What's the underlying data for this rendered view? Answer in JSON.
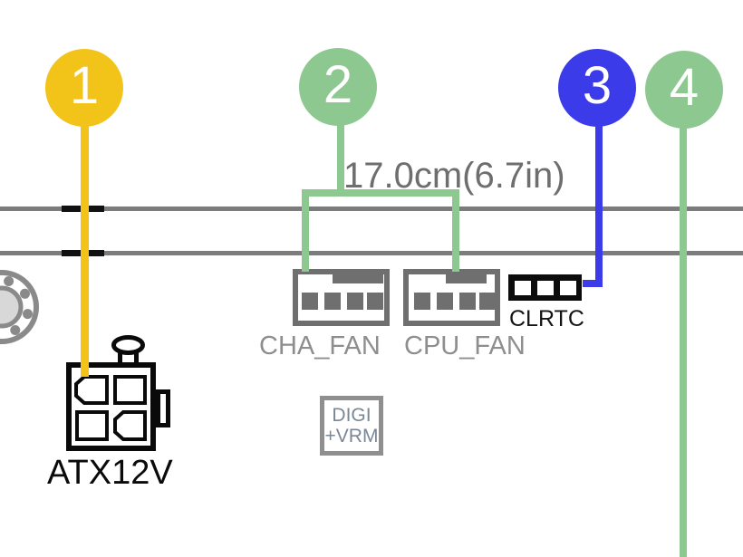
{
  "diagram": {
    "measurement": "17.0cm(6.7in)",
    "callouts": [
      {
        "number": "1",
        "color": "#F2C319"
      },
      {
        "number": "2",
        "color": "#8DC890"
      },
      {
        "number": "3",
        "color": "#3B3BE9"
      },
      {
        "number": "4",
        "color": "#8DC890"
      }
    ],
    "labels": {
      "atx12v": "ATX12V",
      "cha_fan": "CHA_FAN",
      "cpu_fan": "CPU_FAN",
      "clrtc": "CLRTC",
      "digi_vrm_line1": "DIGI",
      "digi_vrm_line2": "+VRM"
    },
    "colors": {
      "callout_yellow": "#F2C319",
      "callout_green": "#8DC890",
      "callout_blue": "#3B3BE9",
      "board_line_gray": "#7C7C7C",
      "connector_gray": "#6F6F6F",
      "jumper_black": "#0C0C0C",
      "label_gray": "#8E8E8E",
      "measurement_gray": "#6E6E6E",
      "digi_vrm_text": "#7C8795"
    }
  }
}
